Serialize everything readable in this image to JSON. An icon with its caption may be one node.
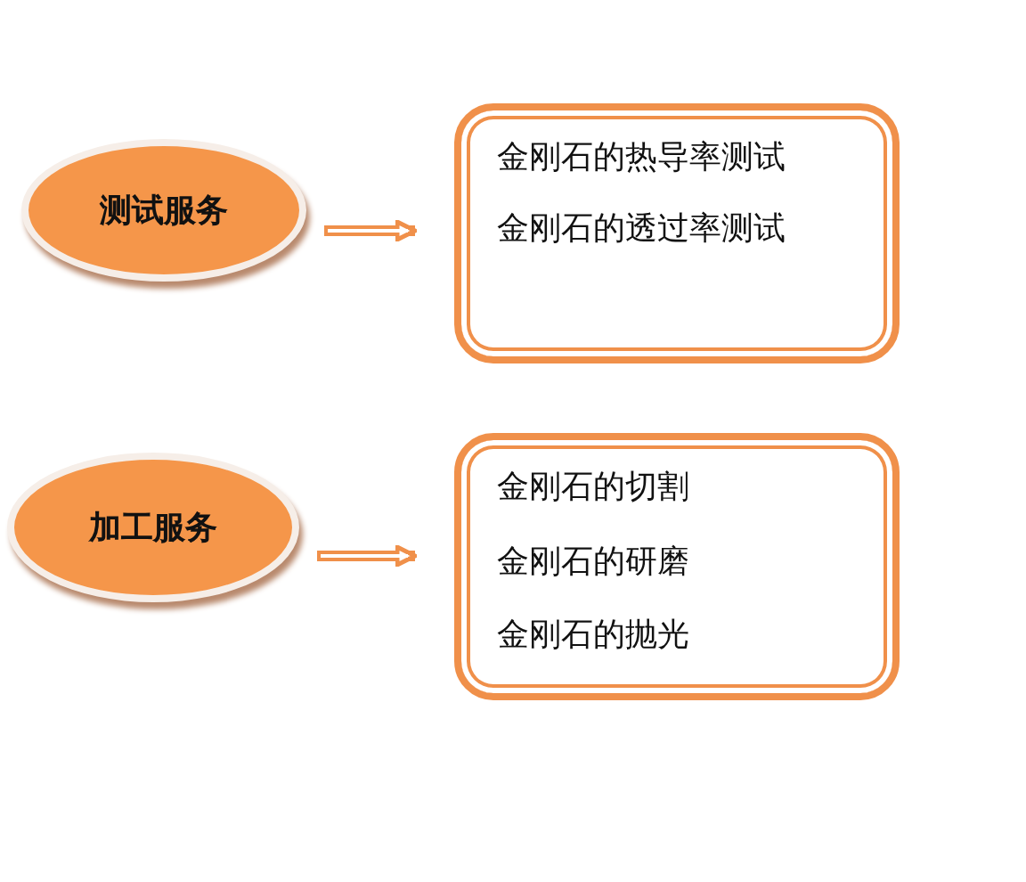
{
  "diagram": {
    "nodes": [
      {
        "text": [
          "测试服务"
        ]
      },
      {
        "text": [
          "金刚石的热导率测试",
          "金刚石的透过率测试"
        ]
      },
      {
        "text": [
          "加工服务"
        ]
      },
      {
        "text": [
          "金刚石的切割",
          "金刚石的研磨",
          "金刚石的抛光"
        ]
      }
    ],
    "edges": [
      {
        "from": 0,
        "to": 1,
        "arrow": "to"
      },
      {
        "from": 2,
        "to": 3,
        "arrow": "to"
      }
    ]
  }
}
